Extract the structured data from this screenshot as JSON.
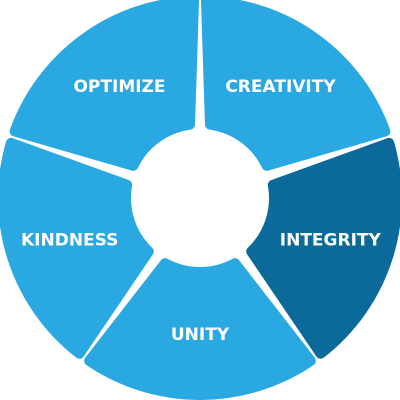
{
  "diagram": {
    "colors": {
      "base": "#2aa8e2",
      "highlight": "#0b6a99",
      "label": "#ffffff"
    },
    "segments": [
      {
        "label": "CREATIVITY",
        "highlighted": false
      },
      {
        "label": "INTEGRITY",
        "highlighted": true
      },
      {
        "label": "UNITY",
        "highlighted": false
      },
      {
        "label": "KINDNESS",
        "highlighted": false
      },
      {
        "label": "OPTIMIZE",
        "highlighted": false
      }
    ]
  }
}
